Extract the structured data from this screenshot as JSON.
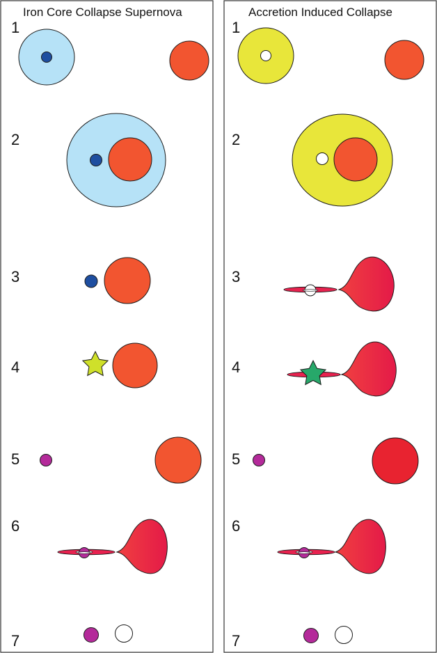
{
  "panels": [
    {
      "title": "Iron Core Collapse Supernova",
      "steps": [
        "1",
        "2",
        "3",
        "4",
        "5",
        "6",
        "7"
      ]
    },
    {
      "title": "Accretion Induced Collapse",
      "steps": [
        "1",
        "2",
        "3",
        "4",
        "5",
        "6",
        "7"
      ]
    }
  ],
  "colors": {
    "envelope_blue": "#b6e2f7",
    "compact_blue": "#1e4ea0",
    "envelope_yellow": "#e8e63a",
    "white_dwarf": "#ffffff",
    "companion_orange": "#f25530",
    "companion_red": "#e82330",
    "accretion_disk": "#e8224f",
    "star_yellow_green": "#cfe02a",
    "star_green": "#27a86a",
    "pulsar_magenta": "#b42a9a",
    "outline": "#1a1a1a"
  },
  "icons": {
    "supernova_explosion": "star-icon",
    "aic_explosion": "star-icon"
  }
}
